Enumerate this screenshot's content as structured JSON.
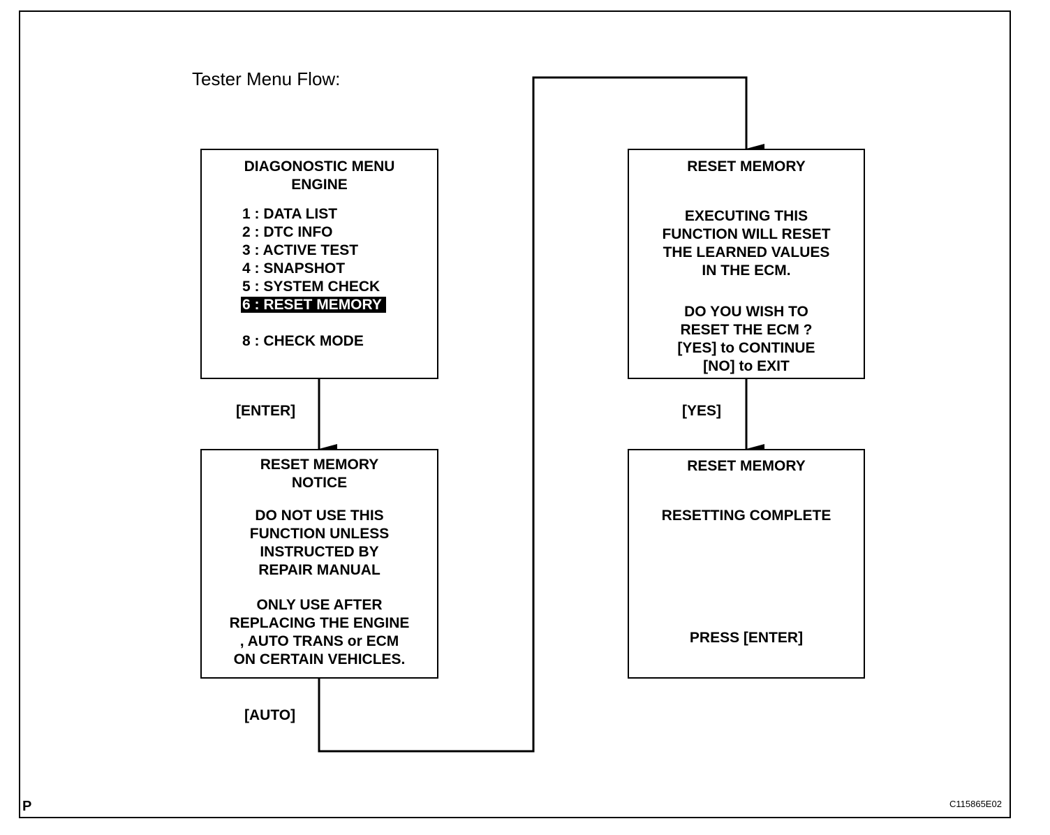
{
  "title": "Tester Menu Flow:",
  "boxes": {
    "diagnostic_menu": {
      "heading": [
        "DIAGONOSTIC MENU",
        "ENGINE"
      ],
      "items": [
        "1 : DATA LIST",
        "2 : DTC INFO",
        "3 : ACTIVE TEST",
        "4 : SNAPSHOT",
        "5 : SYSTEM CHECK",
        "6 : RESET MEMORY",
        "",
        "8 : CHECK MODE"
      ],
      "selected_item": "6 : RESET MEMORY"
    },
    "notice": {
      "heading": [
        "RESET MEMORY",
        "NOTICE"
      ],
      "para1": [
        "DO NOT USE THIS",
        "FUNCTION UNLESS",
        "INSTRUCTED BY",
        "REPAIR MANUAL"
      ],
      "para2": [
        "ONLY USE AFTER",
        "REPLACING THE ENGINE",
        ", AUTO TRANS or ECM",
        "ON CERTAIN VEHICLES."
      ]
    },
    "confirm": {
      "heading": "RESET MEMORY",
      "para1": [
        "EXECUTING THIS",
        "FUNCTION WILL RESET",
        "THE LEARNED VALUES",
        "IN THE ECM."
      ],
      "para2": [
        "DO YOU WISH TO",
        "RESET THE ECM ?",
        "[YES] to CONTINUE",
        "[NO] to EXIT"
      ]
    },
    "complete": {
      "heading": "RESET MEMORY",
      "status": "RESETTING COMPLETE",
      "prompt": "PRESS [ENTER]"
    }
  },
  "arrows": {
    "enter": "[ENTER]",
    "auto": "[AUTO]",
    "yes": "[YES]"
  },
  "corner_letter": "P",
  "figure_code": "C115865E02"
}
